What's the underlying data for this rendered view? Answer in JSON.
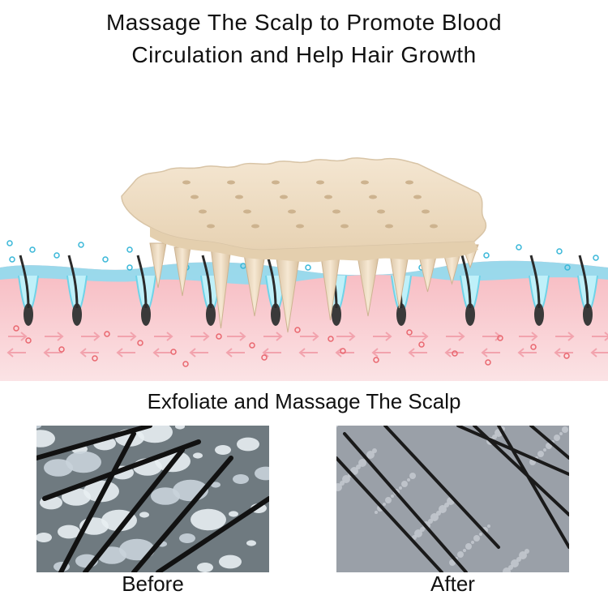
{
  "header": {
    "line1": "Massage The Scalp to Promote Blood",
    "line2": "Circulation and Help Hair Growth"
  },
  "subheading": "Exfoliate and Massage The Scalp",
  "comparison": {
    "before_label": "Before",
    "after_label": "After"
  },
  "colors": {
    "brush": "#f1e0c7",
    "skin": "#f6c3c7",
    "moisture": "#6fd3e8",
    "arrow": "#f2a3ad",
    "hair": "#2b2b2b"
  }
}
